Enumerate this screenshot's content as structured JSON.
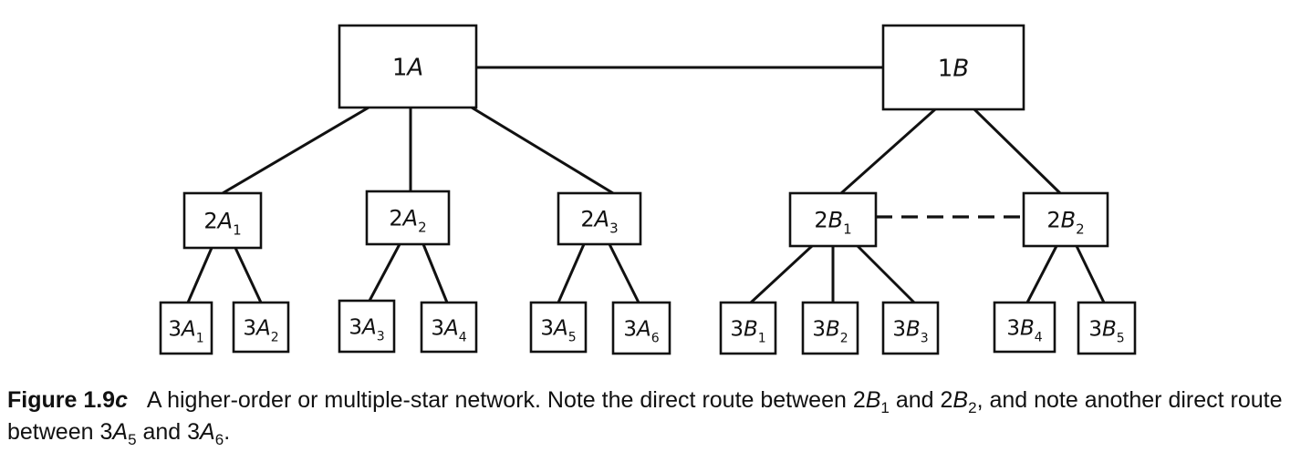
{
  "nodes": [
    {
      "id": "1A",
      "num": "1",
      "letter": "A",
      "sub": ""
    },
    {
      "id": "1B",
      "num": "1",
      "letter": "B",
      "sub": ""
    },
    {
      "id": "2A1",
      "num": "2",
      "letter": "A",
      "sub": "1"
    },
    {
      "id": "2A2",
      "num": "2",
      "letter": "A",
      "sub": "2"
    },
    {
      "id": "2A3",
      "num": "2",
      "letter": "A",
      "sub": "3"
    },
    {
      "id": "2B1",
      "num": "2",
      "letter": "B",
      "sub": "1"
    },
    {
      "id": "2B2",
      "num": "2",
      "letter": "B",
      "sub": "2"
    },
    {
      "id": "3A1",
      "num": "3",
      "letter": "A",
      "sub": "1"
    },
    {
      "id": "3A2",
      "num": "3",
      "letter": "A",
      "sub": "2"
    },
    {
      "id": "3A3",
      "num": "3",
      "letter": "A",
      "sub": "3"
    },
    {
      "id": "3A4",
      "num": "3",
      "letter": "A",
      "sub": "4"
    },
    {
      "id": "3A5",
      "num": "3",
      "letter": "A",
      "sub": "5"
    },
    {
      "id": "3A6",
      "num": "3",
      "letter": "A",
      "sub": "6"
    },
    {
      "id": "3B1",
      "num": "3",
      "letter": "B",
      "sub": "1"
    },
    {
      "id": "3B2",
      "num": "3",
      "letter": "B",
      "sub": "2"
    },
    {
      "id": "3B3",
      "num": "3",
      "letter": "B",
      "sub": "3"
    },
    {
      "id": "3B4",
      "num": "3",
      "letter": "B",
      "sub": "4"
    },
    {
      "id": "3B5",
      "num": "3",
      "letter": "B",
      "sub": "5"
    }
  ],
  "edges": [
    {
      "from": "1A",
      "to": "1B",
      "style": "solid"
    },
    {
      "from": "1A",
      "to": "2A1",
      "style": "solid"
    },
    {
      "from": "1A",
      "to": "2A2",
      "style": "solid"
    },
    {
      "from": "1A",
      "to": "2A3",
      "style": "solid"
    },
    {
      "from": "1B",
      "to": "2B1",
      "style": "solid"
    },
    {
      "from": "1B",
      "to": "2B2",
      "style": "solid"
    },
    {
      "from": "2B1",
      "to": "2B2",
      "style": "dashed"
    },
    {
      "from": "2A1",
      "to": "3A1",
      "style": "solid"
    },
    {
      "from": "2A1",
      "to": "3A2",
      "style": "solid"
    },
    {
      "from": "2A2",
      "to": "3A3",
      "style": "solid"
    },
    {
      "from": "2A2",
      "to": "3A4",
      "style": "solid"
    },
    {
      "from": "2A3",
      "to": "3A5",
      "style": "solid"
    },
    {
      "from": "2A3",
      "to": "3A6",
      "style": "solid"
    },
    {
      "from": "2B1",
      "to": "3B1",
      "style": "solid"
    },
    {
      "from": "2B1",
      "to": "3B2",
      "style": "solid"
    },
    {
      "from": "2B1",
      "to": "3B3",
      "style": "solid"
    },
    {
      "from": "2B2",
      "to": "3B4",
      "style": "solid"
    },
    {
      "from": "2B2",
      "to": "3B5",
      "style": "solid"
    }
  ],
  "caption": {
    "figure_num": "Figure 1.9",
    "figure_letter": "c",
    "text_1": "A higher-order or multiple-star network. Note the direct route between 2",
    "var_1": "B",
    "sub_1": "1",
    "text_2": " and 2",
    "var_2": "B",
    "sub_2": "2",
    "text_3": ", and note another direct route between 3",
    "var_3": "A",
    "sub_3": "5",
    "text_4": " and 3",
    "var_4": "A",
    "sub_4": "6",
    "text_5": "."
  }
}
